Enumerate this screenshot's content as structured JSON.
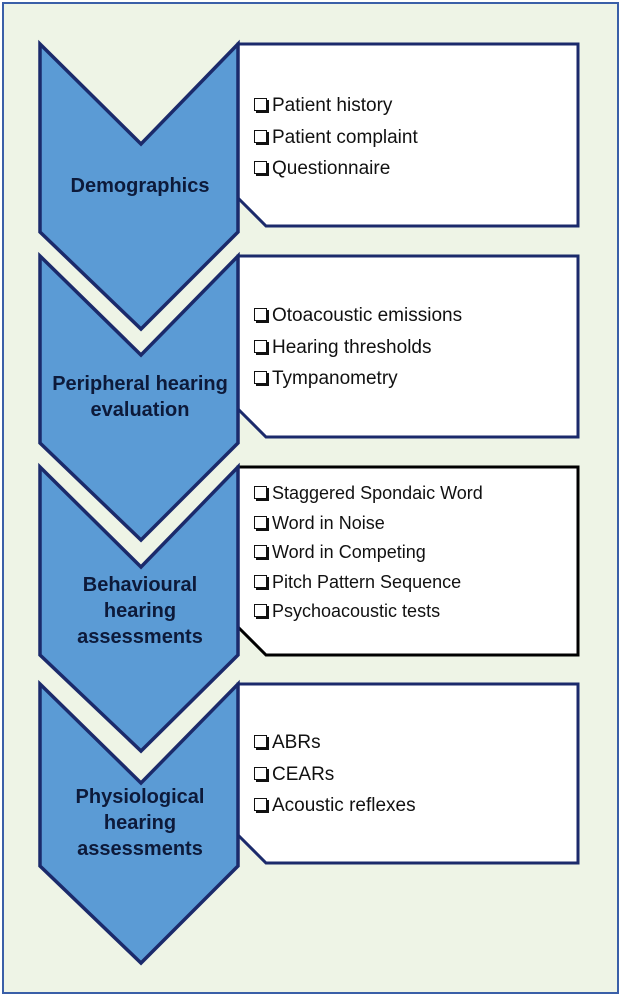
{
  "colors": {
    "frame_border": "#3a5fa8",
    "frame_fill": "#eef4e6",
    "chevron_fill": "#5b9bd5",
    "chevron_stroke": "#1b2a6b",
    "box_border_blue": "#1b2a6b",
    "box_border_black": "#000000"
  },
  "stages": [
    {
      "label_lines": [
        "Demographics"
      ],
      "items": [
        "Patient history",
        "Patient complaint",
        "Questionnaire"
      ]
    },
    {
      "label_lines": [
        "Peripheral hearing",
        "evaluation"
      ],
      "items": [
        "Otoacoustic emissions",
        "Hearing thresholds",
        "Tympanometry"
      ]
    },
    {
      "label_lines": [
        "Behavioural",
        "hearing",
        "assessments"
      ],
      "items": [
        "Staggered Spondaic Word",
        "Word in Noise",
        "Word in Competing",
        "Pitch Pattern Sequence",
        "Psychoacoustic tests"
      ]
    },
    {
      "label_lines": [
        "Physiological",
        "hearing",
        "assessments"
      ],
      "items": [
        "ABRs",
        "CEARs",
        "Acoustic reflexes"
      ]
    }
  ]
}
